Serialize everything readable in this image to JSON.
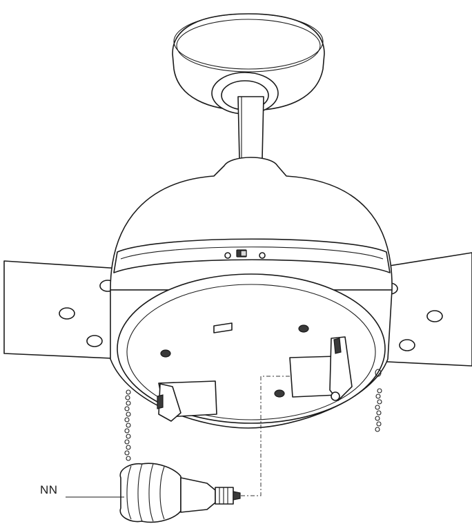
{
  "callout": {
    "label": "NN"
  },
  "parts": {
    "canopy-icon": "ceiling-canopy",
    "downrod-icon": "downrod",
    "motor-housing-icon": "motor-housing",
    "blade-icon": "fan-blade",
    "light-kit-icon": "light-kit-plate",
    "socket-icon": "bulb-socket",
    "pull-chain-icon": "pull-chain",
    "bulb-icon": "cfl-spiral-bulb"
  }
}
